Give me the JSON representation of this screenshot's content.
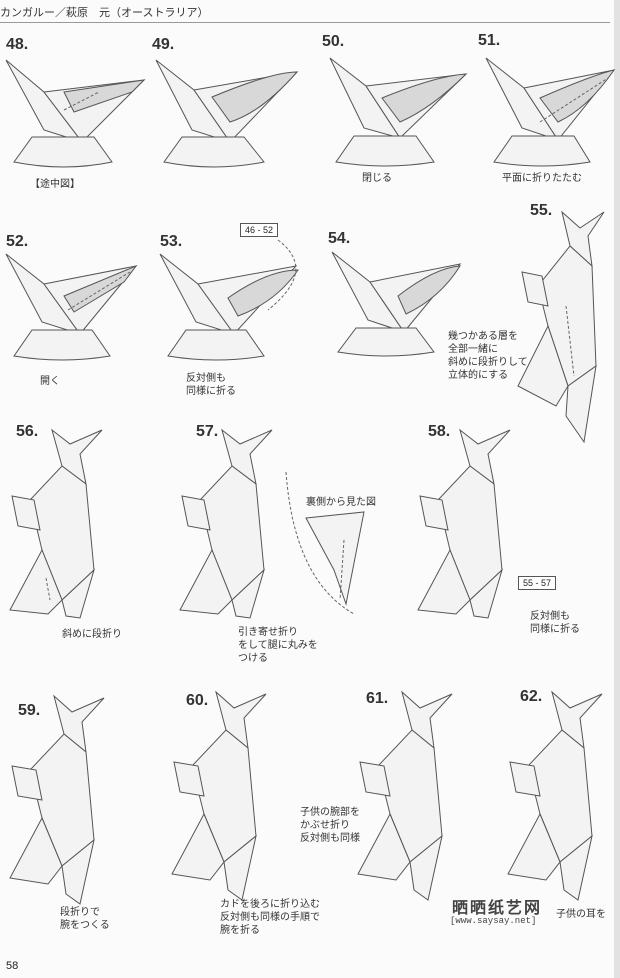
{
  "header": {
    "title": "カンガルー／萩原　元（オーストラリア）"
  },
  "page_number": "58",
  "steps": [
    {
      "num": "48.",
      "caption": "【途中図】"
    },
    {
      "num": "49.",
      "caption": ""
    },
    {
      "num": "50.",
      "caption": "閉じる"
    },
    {
      "num": "51.",
      "caption": "平面に折りたたむ"
    },
    {
      "num": "52.",
      "caption": "開く"
    },
    {
      "num": "53.",
      "caption": "反対側も\n同様に折る"
    },
    {
      "num": "54.",
      "caption": ""
    },
    {
      "num": "55.",
      "caption": "幾つかある層を\n全部一緒に\n斜めに段折りして\n立体的にする"
    },
    {
      "num": "56.",
      "caption": "斜めに段折り"
    },
    {
      "num": "57.",
      "caption": "引き寄せ折り\nをして腿に丸みを\nつける"
    },
    {
      "num": "58.",
      "caption": "反対側も\n同様に折る"
    },
    {
      "num": "59.",
      "caption": "段折りで\n腕をつくる"
    },
    {
      "num": "60.",
      "caption": "カドを後ろに折り込む\n反対側も同様の手順で\n腕を折る"
    },
    {
      "num": "61.",
      "caption": "子供の腕部を\nかぶせ折り\n反対側も同様"
    },
    {
      "num": "62.",
      "caption": "子供の耳を"
    }
  ],
  "refs": {
    "r1": "46 - 52",
    "r2": "55 - 57"
  },
  "back_view_label": "裏側から見た図",
  "watermark": {
    "text": "晒晒纸艺网",
    "url": "[www.saysay.net]"
  }
}
